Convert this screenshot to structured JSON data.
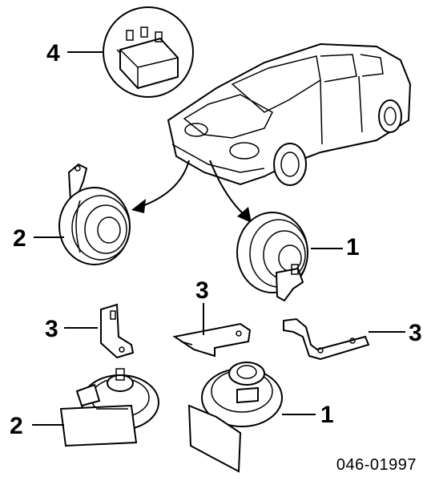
{
  "callouts": {
    "relay": "4",
    "horn_left": "2",
    "horn_right": "1",
    "bracket_left": "3",
    "bracket_center": "3",
    "bracket_right": "3",
    "horn_low_left": "2",
    "horn_low_right": "1"
  },
  "part_number": "046-01997"
}
